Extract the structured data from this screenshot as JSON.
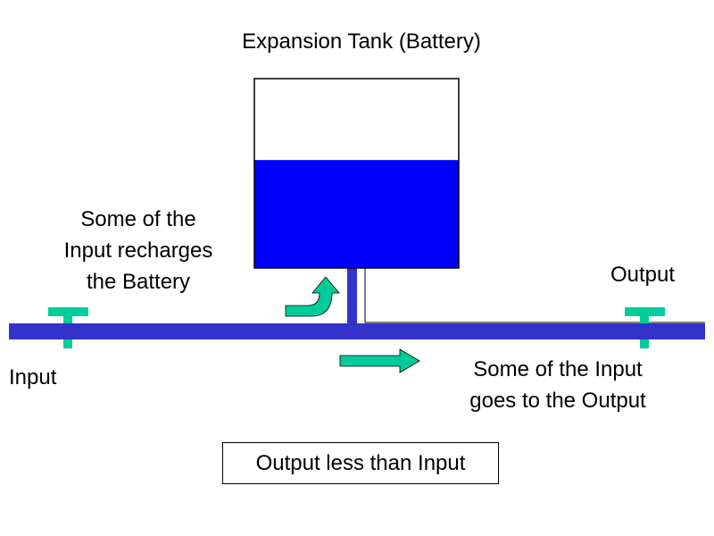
{
  "title": "Expansion Tank (Battery)",
  "labels": {
    "recharge": [
      "Some of the",
      "Input recharges",
      "the Battery"
    ],
    "output": "Output",
    "input": "Input",
    "to_output": [
      "Some of the Input",
      "goes to the Output"
    ],
    "result": "Output less than Input"
  },
  "tank": {
    "fill_fraction": 0.57
  },
  "colors": {
    "pipe": "#3333cc",
    "water": "#0000ff",
    "arrow": "#00cc99",
    "valve": "#00cc99",
    "stroke": "#000000"
  }
}
